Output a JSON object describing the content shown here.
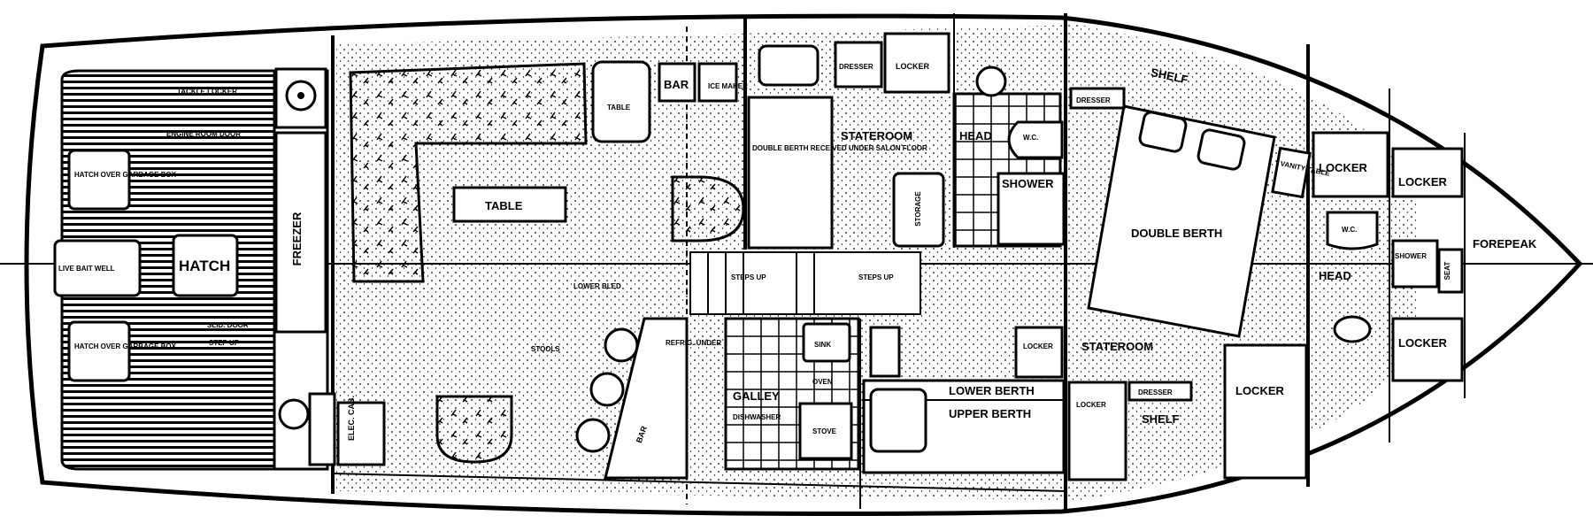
{
  "labels": {
    "tackle_locker": "TACKLE LOCKER",
    "engine_room_door": "ENGINE ROOM DOOR",
    "hatch_over_garbage_1": "HATCH OVER GARBAGE BOX",
    "live_bait_well": "LIVE BAIT WELL",
    "hatch": "HATCH",
    "hatch_over_garbage_2": "HATCH OVER GARBAGE BOX",
    "freezer": "FREEZER",
    "slide_door": "SLID. DOOR",
    "step_up_aft": "STEP UP",
    "elec_cab": "ELEC. CAB.",
    "table_small": "TABLE",
    "bar_top": "BAR",
    "ice_maker": "ICE MAKER",
    "table_main": "TABLE",
    "lower_bled": "LOWER BLED",
    "steps_up_1": "STEPS UP",
    "steps_up_2": "STEPS UP",
    "stools": "STOOLS",
    "refrig_under": "REFRIG. UNDER",
    "bar_bottom": "BAR",
    "galley": "GALLEY",
    "dishwasher": "DISHWASHER",
    "oven": "OVEN",
    "sink": "SINK",
    "stove": "STOVE",
    "double_berth_aft": "DOUBLE BERTH RECEIVED UNDER SALON FLOOR",
    "dresser_1": "DRESSER",
    "locker_1": "LOCKER",
    "stateroom_1": "STATEROOM",
    "head_1": "HEAD",
    "wc_1": "W.C.",
    "shower_1": "SHOWER",
    "storage": "STORAGE",
    "lower_berth": "LOWER BERTH",
    "upper_berth": "UPPER BERTH",
    "locker_2": "LOCKER",
    "shelf_top": "SHELF",
    "dresser_2": "DRESSER",
    "vanity_table": "VANITY TABLE",
    "double_berth_fwd": "DOUBLE BERTH",
    "stateroom_2": "STATEROOM",
    "locker_3": "LOCKER",
    "dresser_3": "DRESSER",
    "shelf_bottom": "SHELF",
    "locker_4": "LOCKER",
    "locker_5": "LOCKER",
    "locker_6": "LOCKER",
    "wc_2": "W.C.",
    "head_2": "HEAD",
    "shower_2": "SHOWER",
    "seat": "SEAT",
    "locker_7": "LOCKER",
    "forepeak": "FOREPEAK"
  }
}
